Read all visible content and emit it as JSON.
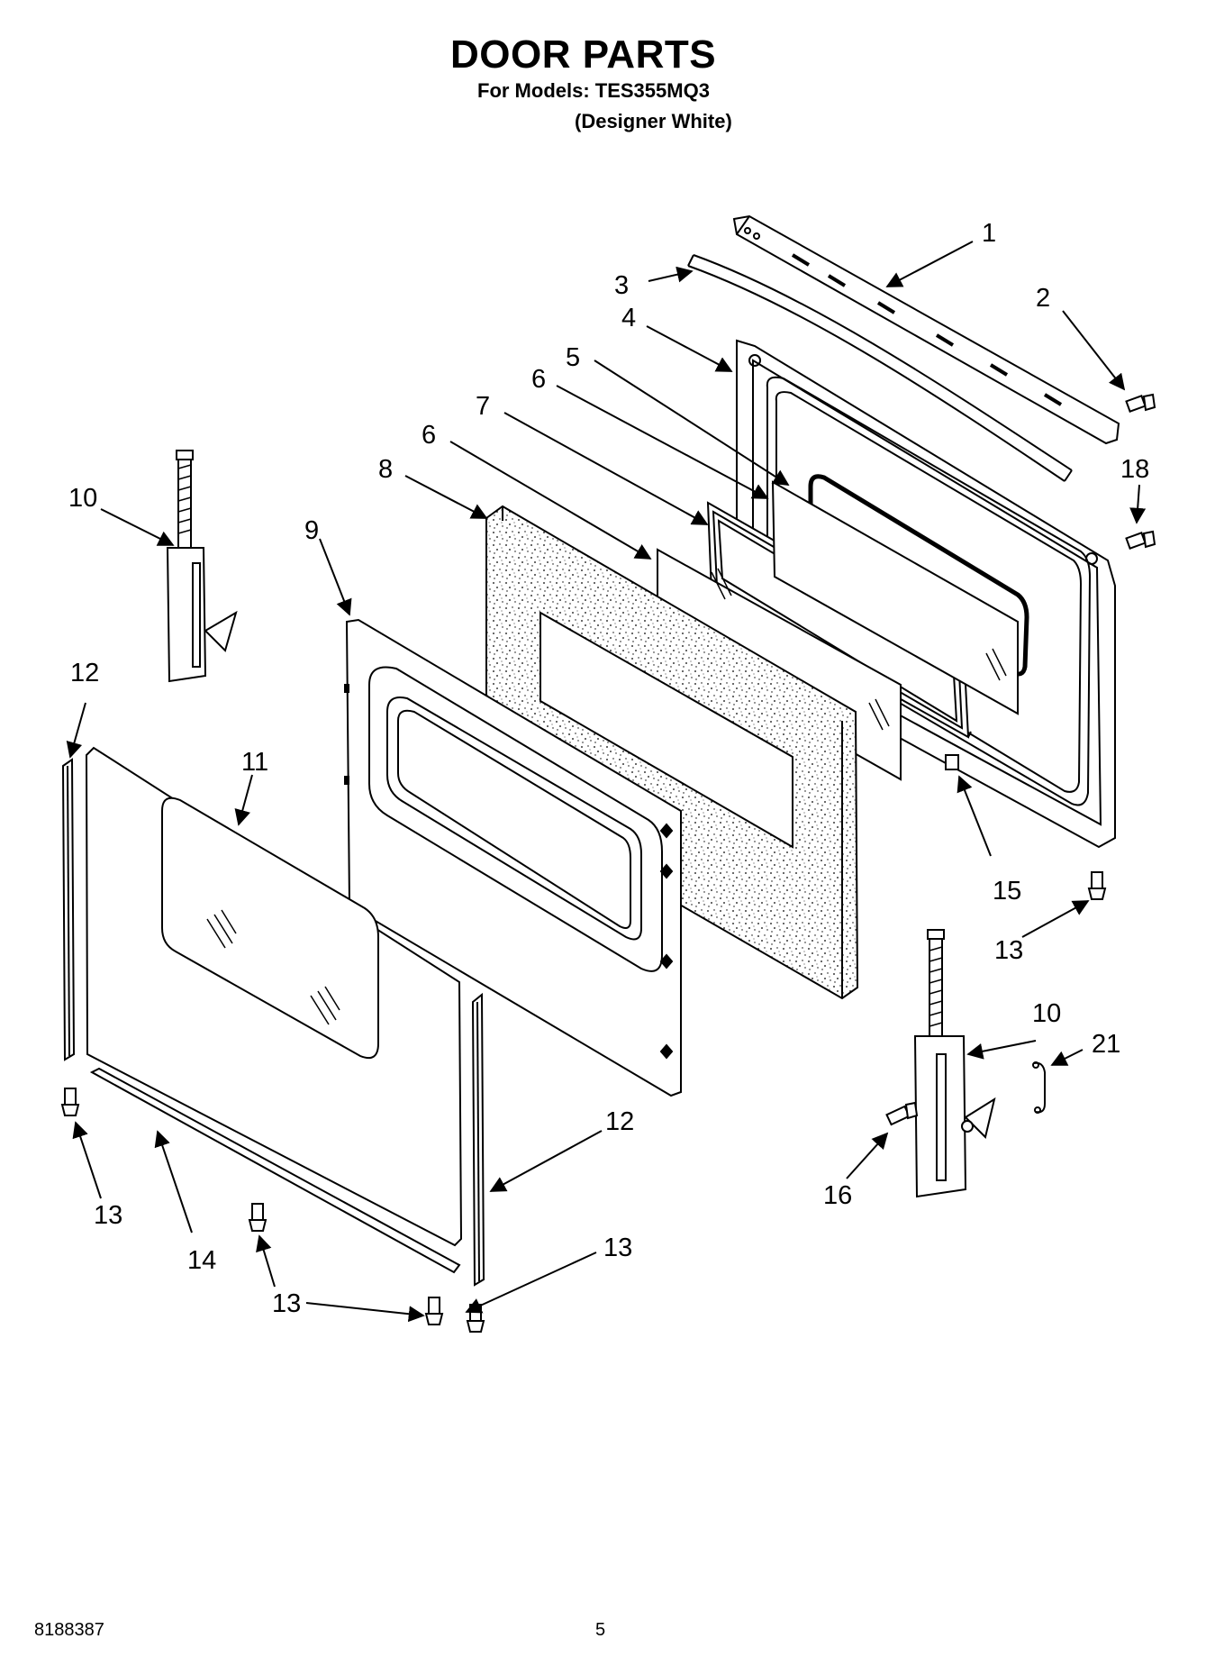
{
  "header": {
    "title": "DOOR PARTS",
    "subtitle": "For Models: TES355MQ3",
    "variant": "(Designer White)"
  },
  "callouts": [
    "1",
    "2",
    "3",
    "4",
    "5",
    "6",
    "7",
    "6",
    "8",
    "9",
    "10",
    "18",
    "12",
    "11",
    "15",
    "13",
    "10",
    "21",
    "12",
    "13",
    "14",
    "16",
    "13",
    "13"
  ],
  "footer": {
    "doc_number": "8188387",
    "page_number": "5"
  }
}
